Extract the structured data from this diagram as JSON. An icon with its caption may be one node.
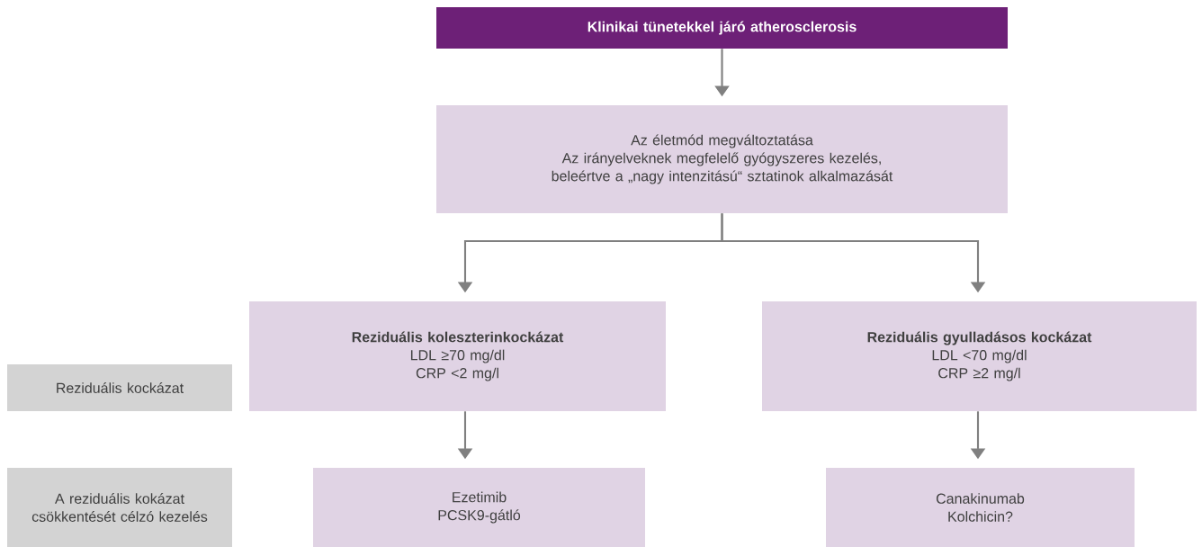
{
  "diagram": {
    "nodes": [
      {
        "text": [
          "Klinikai tünetekkel járó atherosclerosis"
        ]
      },
      {
        "text": [
          "Az életmód megváltoztatása",
          "Az irányelveknek megfelelő gyógyszeres kezelés, beleértve a „nagy intenzitású“ sztatinok alkalmazását"
        ]
      },
      {
        "text": [
          "Reziduális koleszterinkockázat",
          "LDL ≥70 mg/dl",
          "CRP <2 mg/l"
        ]
      },
      {
        "text": [
          "Reziduális gyulladásos kockázat",
          "LDL <70 mg/dl",
          "CRP ≥2 mg/l"
        ]
      },
      {
        "text": [
          "Ezetimib",
          "PCSK9-gátló"
        ]
      },
      {
        "text": [
          "Canakinumab",
          "Kolchicin?"
        ]
      },
      {
        "text": [
          "Reziduális kockázat"
        ]
      },
      {
        "text": [
          "A reziduális kokázat csökkentését célzó kezelés"
        ]
      }
    ],
    "edges": [
      {
        "from": 0,
        "to": 1,
        "arrow": "to"
      },
      {
        "from": 1,
        "to": 2,
        "arrow": "to"
      },
      {
        "from": 1,
        "to": 3,
        "arrow": "to"
      },
      {
        "from": 2,
        "to": 4,
        "arrow": "to"
      },
      {
        "from": 3,
        "to": 5,
        "arrow": "to"
      }
    ]
  }
}
